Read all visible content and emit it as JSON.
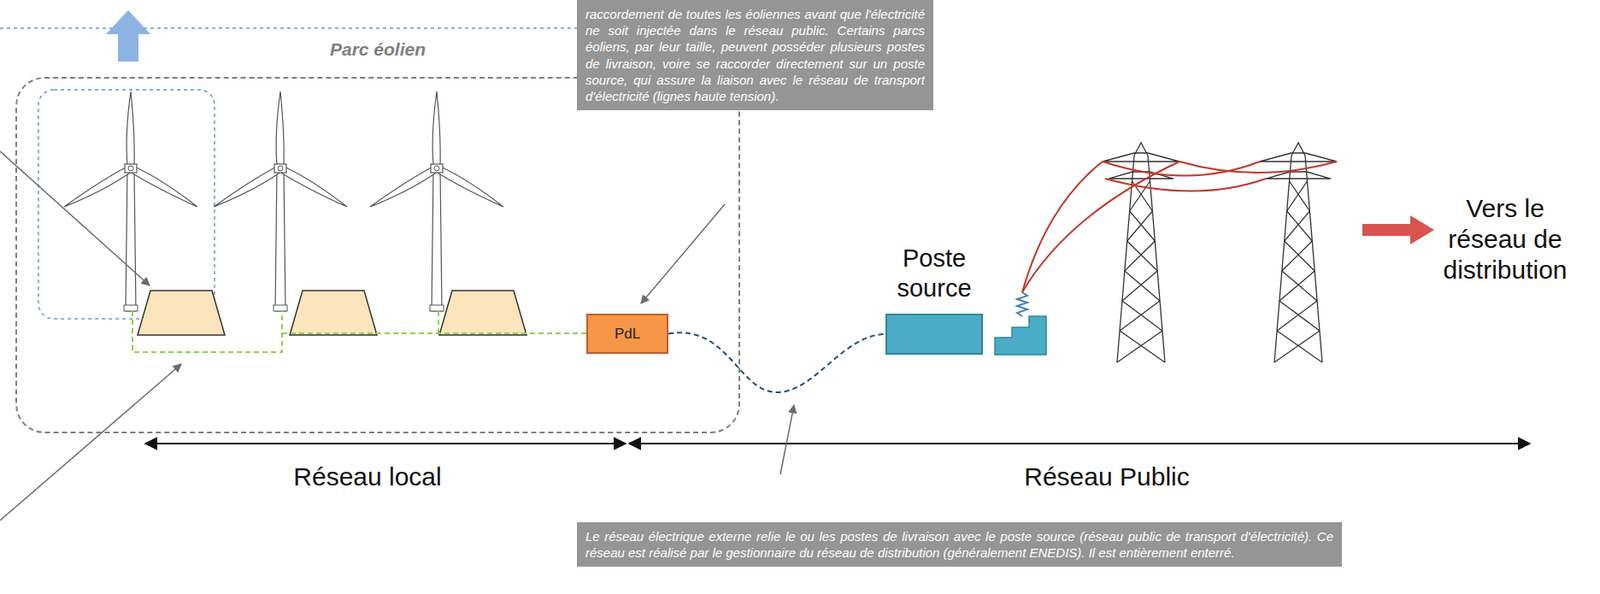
{
  "diagram": {
    "nodes": [
      {
        "text": [
          "raccordement de toutes les éoliennes avant que l'électricité ne soit injectée dans le réseau public. Certains parcs éoliens, par leur taille, peuvent posséder plusieurs postes de livraison, voire se raccorder directement sur un poste source, qui assure la liaison avec le réseau de transport d'électricité (lignes haute tension)."
        ]
      },
      {
        "text": [
          "Parc éolien"
        ]
      },
      {
        "text": [
          "PdL"
        ],
        "in": 1
      },
      {
        "text": [
          "Poste source"
        ]
      },
      {
        "text": [
          "Le réseau électrique externe relie le ou les postes de livraison avec le poste source (réseau public de transport d'électricité). Ce réseau est réalisé par le gestionnaire du réseau de distribution (généralement ENEDIS). Il est entièrement enterré."
        ]
      }
    ],
    "edges": [
      {
        "from": 2,
        "to": 3,
        "arrow": "none"
      }
    ],
    "labels": [
      "Vers le réseau de distribution",
      "Réseau local",
      "Réseau Public"
    ]
  }
}
